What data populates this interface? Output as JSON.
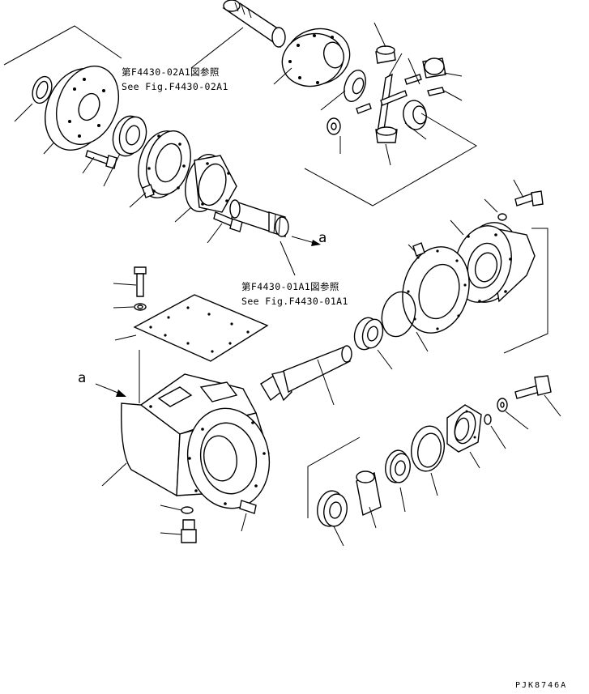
{
  "references": {
    "upper_ref_jp": "第F4430-02A1図参照",
    "upper_ref_en": "See Fig.F4430-02A1",
    "lower_ref_jp": "第F4430-01A1図参照",
    "lower_ref_en": "See Fig.F4430-01A1"
  },
  "view_markers": {
    "marker_upper": "a",
    "marker_left": "a"
  },
  "drawing_code": "PJK8746A"
}
